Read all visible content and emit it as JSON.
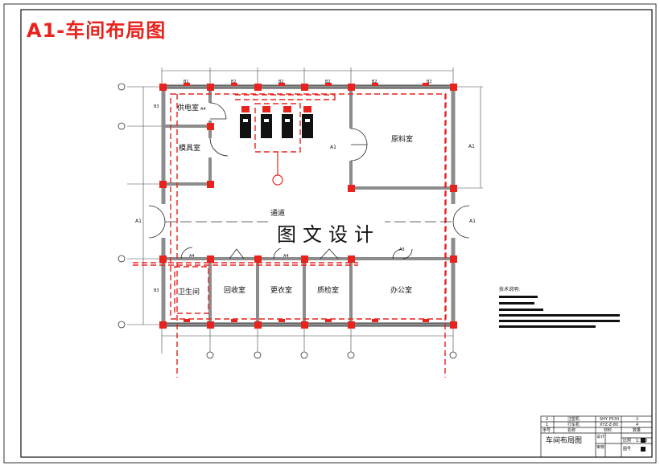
{
  "sheet_title": "A1-车间布局图",
  "watermark": "图文设计",
  "rooms": {
    "power_room": "供电室",
    "mold_room": "模具室",
    "raw_material": "原料室",
    "corridor": "通道",
    "toilet": "卫生间",
    "recycle": "回收室",
    "changing": "更衣室",
    "qc": "质检室",
    "office": "办公室"
  },
  "area_labels": {
    "a1": "A1",
    "a4": "A4",
    "a3": "A3"
  },
  "wall_labels": {
    "b1": "B1",
    "b2": "B2",
    "b3": "B3"
  },
  "notes_title": "技术说明:",
  "title_block": {
    "row1": [
      "2",
      "注塑机",
      "SHY P530",
      "2"
    ],
    "row2": [
      "1",
      "行车机",
      "XYZ-Z-80",
      "4"
    ],
    "header": [
      "序号",
      "名称",
      "材料",
      "数量"
    ],
    "drawing_name": "车间布局图",
    "cell_design": "设计",
    "cell_check": "审核",
    "scale_label": "比例",
    "scale_value": "1:100",
    "sheet_label": "图号"
  },
  "colors": {
    "accent_red": "#e8231e",
    "line_black": "#1a1a1a",
    "wall_gray": "#8c8c8c"
  }
}
